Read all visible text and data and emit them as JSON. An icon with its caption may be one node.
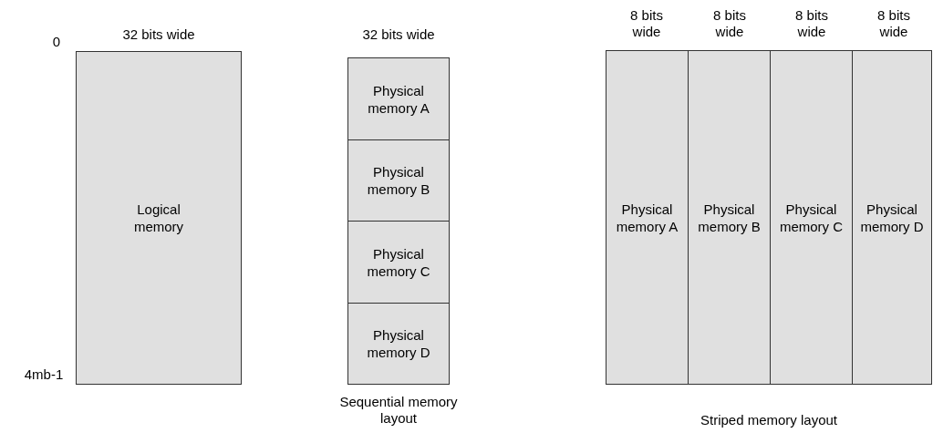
{
  "diagram": {
    "nodes": [
      {
        "text": [
          "Logical memory"
        ]
      },
      {
        "text": [
          "Physical memory A"
        ]
      },
      {
        "text": [
          "Physical memory B"
        ]
      },
      {
        "text": [
          "Physical memory C"
        ]
      },
      {
        "text": [
          "Physical memory D"
        ]
      },
      {
        "text": [
          "Physical memory A"
        ]
      },
      {
        "text": [
          "Physical memory B"
        ]
      },
      {
        "text": [
          "Physical memory C"
        ]
      },
      {
        "text": [
          "Physical memory D"
        ]
      }
    ],
    "labels": [
      "8 bits wide",
      "8 bits wide",
      "8 bits wide",
      "8 bits wide",
      "32 bits wide",
      "32 bits wide",
      "0",
      "4mb-1",
      "Sequential memory layout",
      "Striped memory layout"
    ]
  }
}
